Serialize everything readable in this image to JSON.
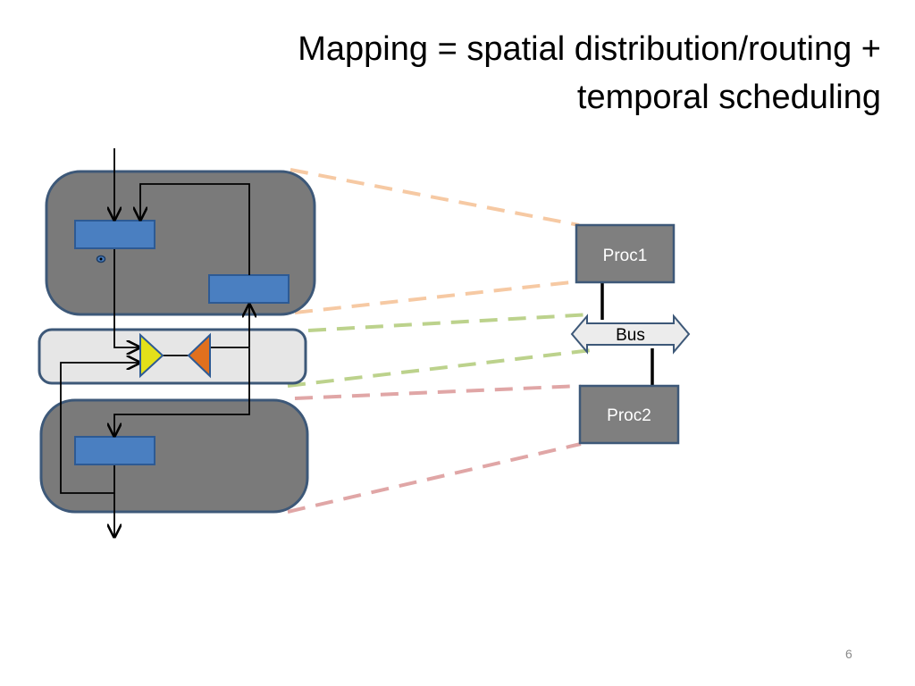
{
  "slide": {
    "title_line1": "Mapping = spatial distribution/routing +",
    "title_line2": "temporal scheduling",
    "page_number": "6"
  },
  "architecture": {
    "proc1_label": "Proc1",
    "proc2_label": "Proc2",
    "bus_label": "Bus"
  },
  "colors": {
    "tile": "#7a7a7a",
    "tile_border": "#3d5878",
    "channel": "#e6e6e6",
    "block": "#4a7fc1",
    "proc": "#7f7f7f",
    "send_triangle": "#e3e01a",
    "receive_triangle": "#e0701e",
    "map_proc1": "#f6c9a3",
    "map_bus": "#bcd28c",
    "map_proc2": "#e0a6a6"
  }
}
